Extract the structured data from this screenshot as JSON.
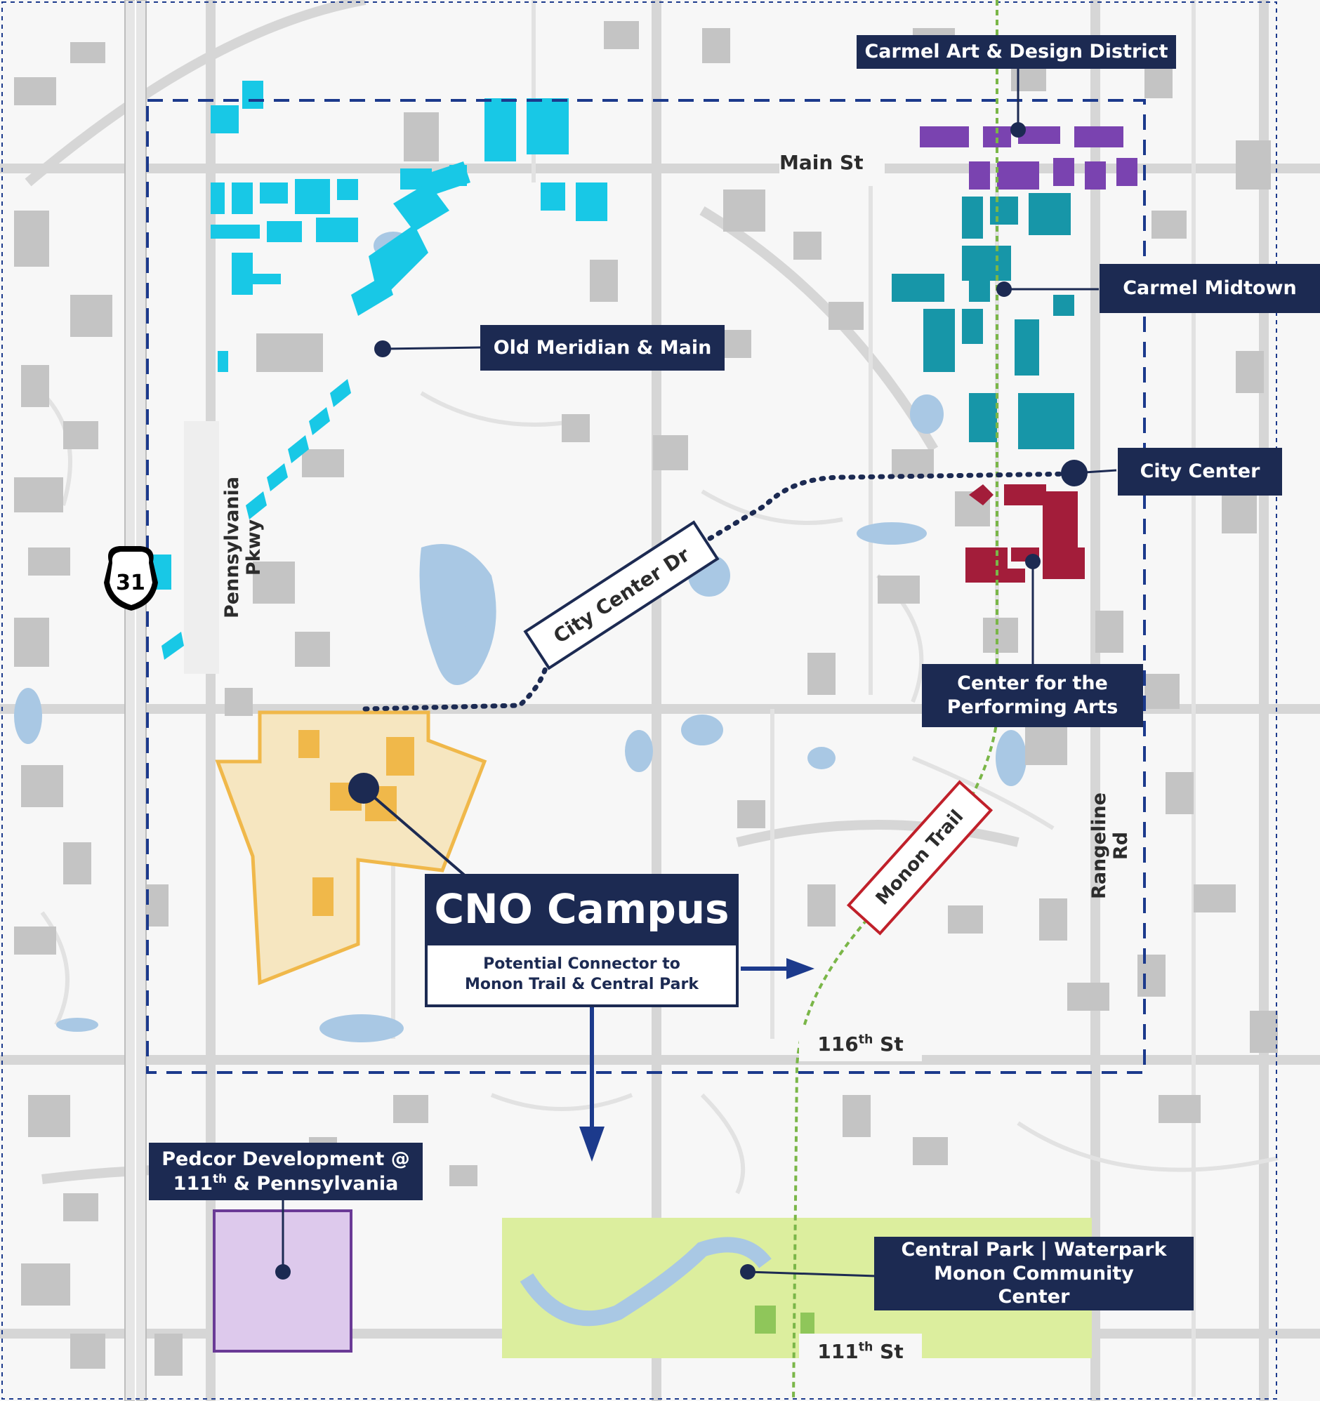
{
  "colors": {
    "navy": "#1c2a52",
    "campus": "#f6e6c0",
    "campus_buildings": "#f0b84a",
    "cyan": "#18c8e6",
    "teal": "#1796a8",
    "purple": "#7a43b0",
    "maroon": "#a31d3a",
    "park": "#dcee9e",
    "pedcor": "#ddc9ec",
    "trail": "#7ab648",
    "water": "#a9c8e4",
    "building": "#c4c4c4"
  },
  "callouts": {
    "carmel_arts": "Carmel Art & Design District",
    "carmel_midtown": "Carmel Midtown",
    "old_meridian": "Old Meridian & Main",
    "city_center": "City Center",
    "performing_arts": "Center for the Performing Arts",
    "pedcor_line1": "Pedcor Development @",
    "pedcor_line2_num": "111",
    "pedcor_line2_sup": "th",
    "pedcor_line2_rest": " & Pennsylvania",
    "central_park": "Central Park | Waterpark Monon Community Center"
  },
  "campus": {
    "title": "CNO Campus",
    "subtitle": "Potential Connector to Monon Trail & Central Park"
  },
  "roads": {
    "main_st": "Main St",
    "pennsylvania": "Pennsylvania Pkwy",
    "rangeline": "Rangeline Rd",
    "city_center_dr": "City Center Dr",
    "monon_trail": "Monon Trail",
    "st116_num": "116",
    "st116_sup": "th",
    "st116_rest": " St",
    "st111_num": "111",
    "st111_sup": "th",
    "st111_rest": " St",
    "us31": "31"
  }
}
